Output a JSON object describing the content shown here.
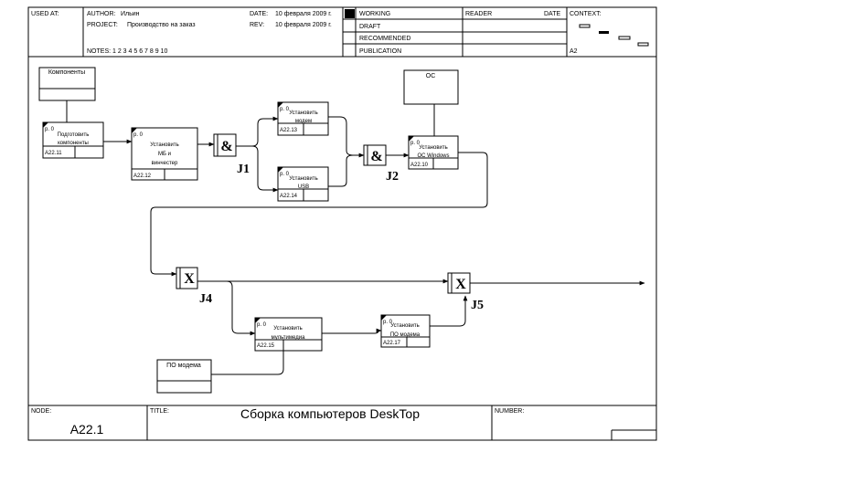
{
  "header": {
    "used_at_label": "USED AT:",
    "author_label": "AUTHOR:",
    "author": "Ильин",
    "project_label": "PROJECT:",
    "project": "Производство на заказ",
    "date_label": "DATE:",
    "date": "10 февраля 2009 г.",
    "rev_label": "REV:",
    "rev": "10 февраля 2009 г.",
    "notes": "NOTES:  1  2  3  4  5  6  7  8  9  10",
    "status": [
      "WORKING",
      "DRAFT",
      "RECOMMENDED",
      "PUBLICATION"
    ],
    "reader_label": "READER",
    "reader_date_label": "DATE",
    "context_label": "CONTEXT:",
    "context_node": "A2"
  },
  "footer": {
    "node_label": "NODE:",
    "node": "A22.1",
    "title_label": "TITLE:",
    "title": "Сборка компьютеров DeskTop",
    "number_label": "NUMBER:"
  },
  "arrow_labels": {
    "components": "Компоненты",
    "os": "ОС",
    "modem_sw": "ПО модема"
  },
  "activities": [
    {
      "id": "A22.11",
      "name": [
        "Подготовить",
        "компоненты"
      ],
      "cost": "p. 0"
    },
    {
      "id": "A22.12",
      "name": [
        "Установить",
        "МБ и",
        "винчестер"
      ],
      "cost": "p. 0"
    },
    {
      "id": "A22.13",
      "name": [
        "Установить",
        "модем"
      ],
      "cost": "p. 0"
    },
    {
      "id": "A22.14",
      "name": [
        "Установить",
        "USB"
      ],
      "cost": "p. 0"
    },
    {
      "id": "A22.10",
      "name": [
        "Установить",
        "ОС Windows"
      ],
      "cost": "p. 0"
    },
    {
      "id": "A22.15",
      "name": [
        "Установить",
        "мультимедиа"
      ],
      "cost": "p. 0"
    },
    {
      "id": "A22.17",
      "name": [
        "Установить",
        "ПО модема"
      ],
      "cost": "p. 0"
    }
  ],
  "junctions": [
    {
      "label": "J1",
      "symbol": "&"
    },
    {
      "label": "J2",
      "symbol": "&"
    },
    {
      "label": "J4",
      "symbol": "X"
    },
    {
      "label": "J5",
      "symbol": "X"
    }
  ]
}
